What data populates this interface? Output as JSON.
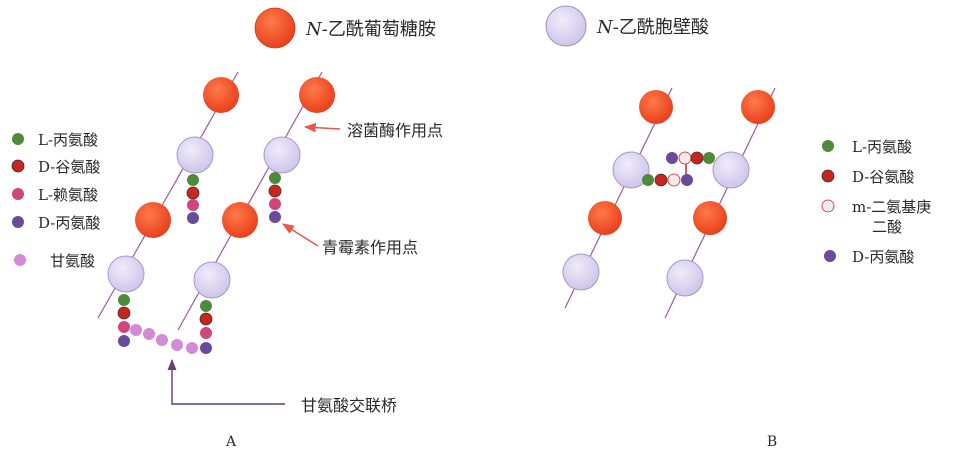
{
  "legend_top": {
    "nag": {
      "prefix": "N-",
      "text": "乙酰葡萄糖胺",
      "color": "#f04a23"
    },
    "nam": {
      "prefix": "N-",
      "text": "乙酰胞壁酸",
      "color": "#dcd4f0"
    }
  },
  "panel_a": {
    "caption": "A",
    "legend": [
      {
        "label": "L-丙氨酸",
        "color": "#4e8a3c"
      },
      {
        "label": "D-谷氨酸",
        "color": "#c8261c"
      },
      {
        "label": "L-赖氨酸",
        "color": "#d0457a"
      },
      {
        "label": "D-丙氨酸",
        "color": "#6a4a9a"
      },
      {
        "label": "甘氨酸",
        "color": "#d58ad6"
      }
    ],
    "annotations": {
      "lysozyme": "溶菌酶作用点",
      "penicillin": "青霉素作用点",
      "glycine_bridge": "甘氨酸交联桥"
    }
  },
  "panel_b": {
    "caption": "B",
    "legend": [
      {
        "label": "L-丙氨酸",
        "color": "#4e8a3c"
      },
      {
        "label": "D-谷氨酸",
        "color": "#c8261c"
      },
      {
        "label": "m-二氨基庚",
        "label_line2": "二酸",
        "color": "#f3eaf0"
      },
      {
        "label": "D-丙氨酸",
        "color": "#6a4a9a"
      }
    ]
  },
  "colors": {
    "backbone": "#9b5a9e",
    "arrow": "#e8574a",
    "bridge_arrow": "#6a3a7a"
  }
}
